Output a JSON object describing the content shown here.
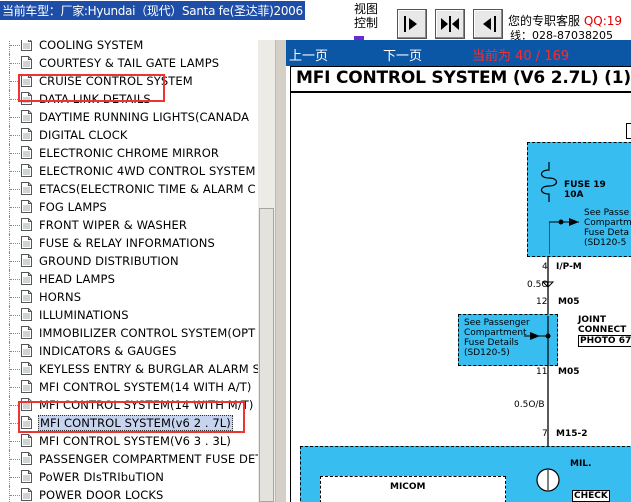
{
  "window": {
    "vehicle_label": "当前车型：厂家:Hyundai（现代）Santa fe(圣达菲)2006",
    "view_label": "视图控制",
    "service_text": "您的专职客服",
    "qq_text": "QQ:19",
    "phone_text": "线：028-87038205"
  },
  "nav_buttons": [
    {
      "name": "next-arrow-button",
      "icon": "arrow-right-icon"
    },
    {
      "name": "fit-width-button",
      "icon": "arrows-in-icon"
    },
    {
      "name": "prev-arrow-button",
      "icon": "arrow-left-icon"
    }
  ],
  "tree": {
    "selected_index": 21,
    "items": [
      "COOLING SYSTEM",
      "COURTESY & TAIL GATE LAMPS",
      "CRUISE CONTROL SYSTEM",
      "DATA LINK DETAILS",
      "DAYTIME RUNNING LIGHTS(CANADA",
      "DIGITAL CLOCK",
      "ELECTRONIC CHROME MIRROR",
      "ELECTRONIC 4WD CONTROL SYSTEM",
      "ETACS(ELECTRONIC TIME & ALARM C",
      "FOG LAMPS",
      "FRONT WIPER & WASHER",
      "FUSE & RELAY INFORMATIONS",
      "GROUND DISTRIBUTION",
      "HEAD LAMPS",
      "HORNS",
      "ILLUMINATIONS",
      "IMMOBILIZER CONTROL SYSTEM(OPT",
      "INDICATORS & GAUGES",
      "KEYLESS ENTRY & BURGLAR ALARM S",
      "MFI CONTROL SYSTEM(14 WITH A/T)",
      "MFI CONTROL SYSTEM(14 WITH M/T)",
      "MFI CONTROL SYSTEM(v6 2 . 7L)",
      "MFI CONTROL SYSTEM(V6 3 . 3L)",
      "PASSENGER COMPARTMENT FUSE DET",
      "PoWER DIsTRIbuTION",
      "POWER DOOR LOCKS"
    ]
  },
  "viewer": {
    "prev_page": "上一页",
    "next_page": "下一页",
    "page_counter": "当前为 40 / 169"
  },
  "diagram": {
    "title": "MFI CONTROL SYSTEM (V6 2.7L) (1)",
    "labels": {
      "fuse": "FUSE 19",
      "fuse_amp": "10A",
      "see_passenger_1": "See Passe",
      "compartment_1": "Compartm",
      "fuse_details_1": "Fuse Deta",
      "sd_1": "(SD120-5",
      "pin4": "4",
      "ipm": "I/P-M",
      "wire1": "0.5O",
      "pin12": "12",
      "m05a": "M05",
      "see_passenger_2": "See Passenger",
      "compartment_2": "Compartment",
      "fuse_details_2": "Fuse Details",
      "sd_2": "(SD120-5)",
      "joint": "JOINT",
      "connect": "CONNECT",
      "photo": "PHOTO 67",
      "pin11": "11",
      "m05b": "M05",
      "wire2": "0.5O/B",
      "pin7": "7",
      "m152": "M15-2",
      "micom": "MICOM",
      "mil": "MIL.",
      "check": "CHECK"
    }
  }
}
